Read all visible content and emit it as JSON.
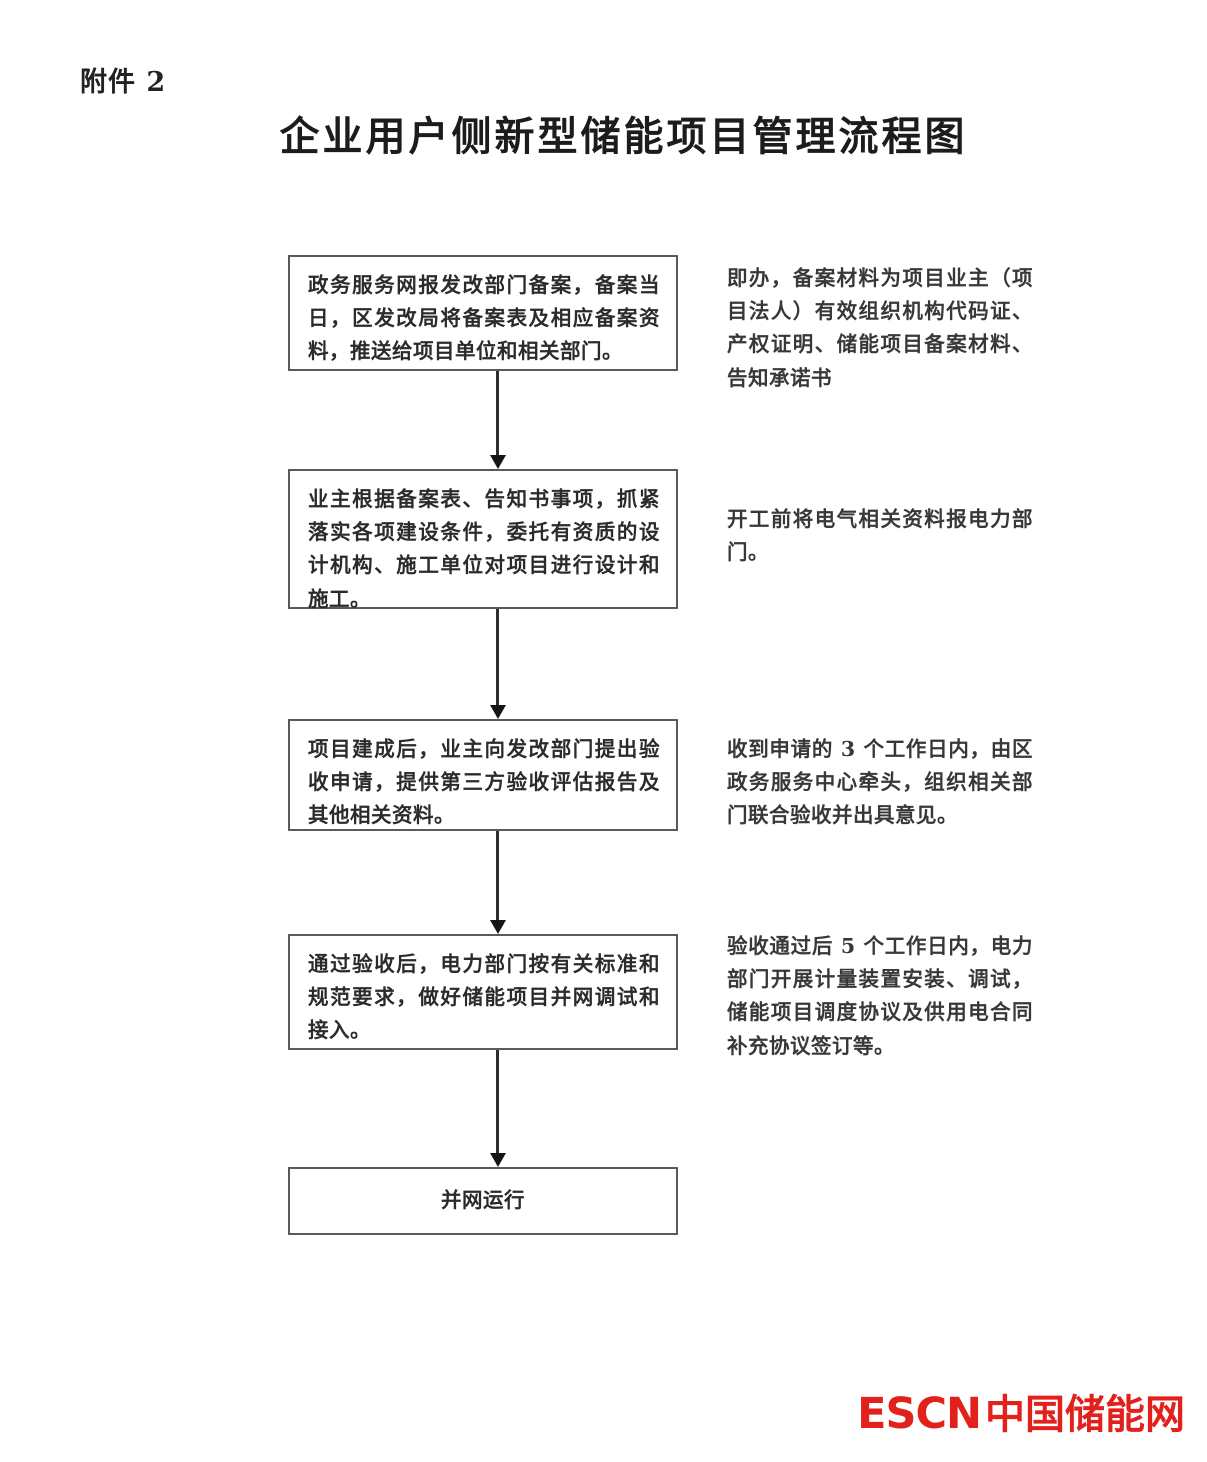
{
  "document": {
    "attachment_label": "附件 2",
    "title": "企业用户侧新型储能项目管理流程图"
  },
  "flowchart": {
    "type": "vertical-flow",
    "orientation": "top-to-bottom",
    "connector_style": "solid-line-with-solid-arrowhead",
    "nodes": [
      {
        "id": "step-1",
        "shape": "rectangle",
        "text": "政务服务网报发改部门备案，备案当日，区发改局将备案表及相应备案资料，推送给项目单位和相关部门。"
      },
      {
        "id": "step-2",
        "shape": "rectangle",
        "text": "业主根据备案表、告知书事项，抓紧落实各项建设条件，委托有资质的设计机构、施工单位对项目进行设计和施工。"
      },
      {
        "id": "step-3",
        "shape": "rectangle",
        "text": "项目建成后，业主向发改部门提出验收申请，提供第三方验收评估报告及其他相关资料。"
      },
      {
        "id": "step-4",
        "shape": "rectangle",
        "text": "通过验收后，电力部门按有关标准和规范要求，做好储能项目并网调试和接入。"
      },
      {
        "id": "step-5",
        "shape": "rectangle",
        "text": "并网运行"
      }
    ],
    "annotations": [
      {
        "id": "note-1",
        "for": "step-1",
        "text": "即办，备案材料为项目业主（项目法人）有效组织机构代码证、产权证明、储能项目备案材料、告知承诺书"
      },
      {
        "id": "note-2",
        "for": "step-2",
        "text": "开工前将电气相关资料报电力部门。"
      },
      {
        "id": "note-3",
        "for": "step-3",
        "text": "收到申请的 3 个工作日内，由区政务服务中心牵头，组织相关部门联合验收并出具意见。"
      },
      {
        "id": "note-4",
        "for": "step-4",
        "text": "验收通过后 5 个工作日内，电力部门开展计量装置安装、调试，储能项目调度协议及供用电合同补充协议签订等。"
      }
    ]
  },
  "watermark": {
    "latin": "ESCN",
    "cjk": "中国储能网",
    "color": "#e2211c"
  }
}
